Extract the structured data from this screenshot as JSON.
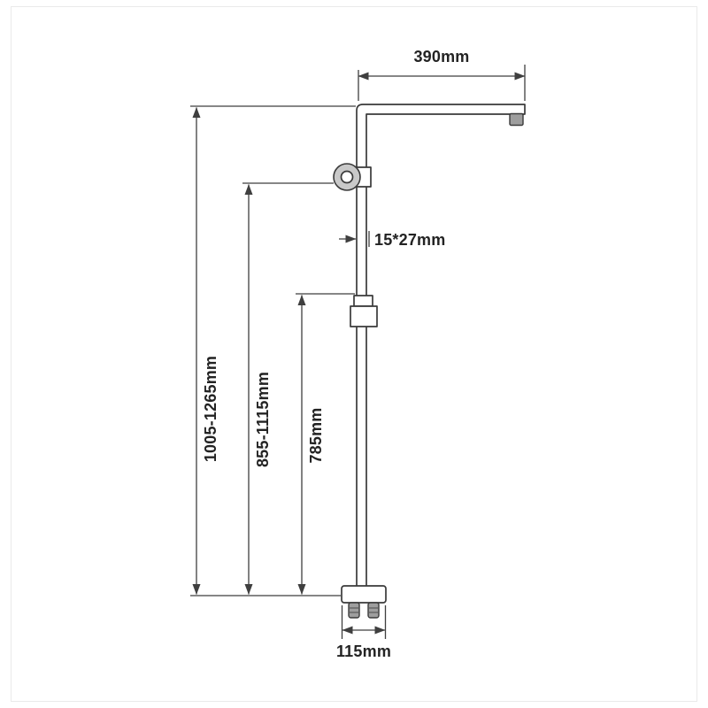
{
  "labels": {
    "arm_width": "390mm",
    "overall_height": "1005-1265mm",
    "upper_height": "855-1115mm",
    "rail_height": "785mm",
    "pipe_section": "15*27mm",
    "base_width": "115mm"
  },
  "colors": {
    "line": "#3f3f3f",
    "text": "#232323",
    "metal_light": "#c9c9c9",
    "metal_mid": "#9e9e9e",
    "background": "#ffffff"
  }
}
